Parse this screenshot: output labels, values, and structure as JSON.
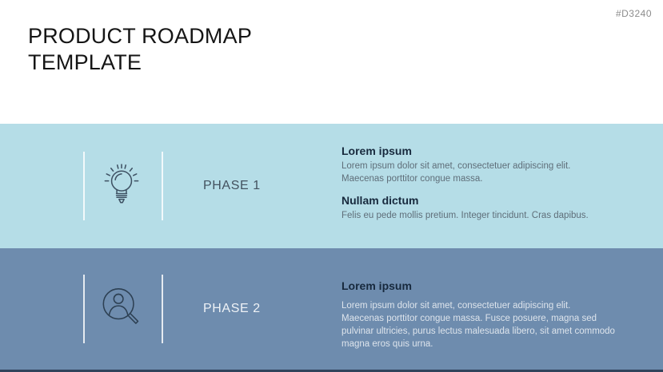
{
  "slide": {
    "title": "PRODUCT ROADMAP TEMPLATE",
    "code": "#D3240"
  },
  "colors": {
    "phase1_background": "#b5dde7",
    "phase2_background": "#6e8cae",
    "heading_text": "#17293d",
    "phase1_label_text": "#43525f",
    "phase2_label_text": "#eef2f6",
    "bottom_strip": "#31445c"
  },
  "phases": [
    {
      "label": "PHASE 1",
      "icon": "lightbulb-icon",
      "sections": [
        {
          "heading": "Lorem ipsum",
          "body": "Lorem ipsum dolor sit amet, consectetuer adipiscing elit. Maecenas porttitor congue massa."
        },
        {
          "heading": "Nullam dictum",
          "body": "Felis eu pede mollis pretium. Integer tincidunt. Cras dapibus."
        }
      ]
    },
    {
      "label": "PHASE 2",
      "icon": "person-search-icon",
      "sections": [
        {
          "heading": "Lorem ipsum",
          "body": "Lorem ipsum dolor sit amet, consectetuer adipiscing elit. Maecenas porttitor congue massa. Fusce posuere, magna sed pulvinar ultricies, purus lectus malesuada libero, sit amet commodo magna eros quis urna."
        }
      ]
    }
  ]
}
